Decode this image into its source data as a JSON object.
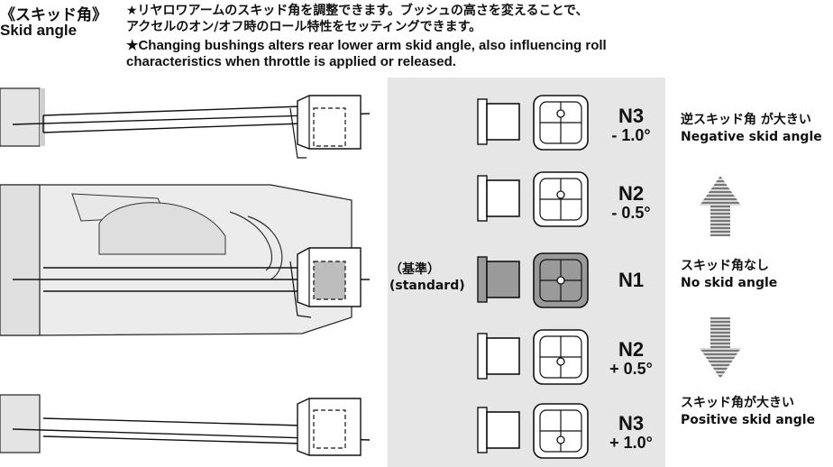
{
  "header": {
    "title_jp": "《スキッド角》",
    "title_en": "Skid angle",
    "desc_jp_1": "★リヤロワアームのスキッド角を調整できます。ブッシュの高さを変えることで、",
    "desc_jp_2": "アクセルのオン/オフ時のロール特性をセッティングできます。",
    "desc_en_1": "★Changing bushings alters rear lower arm skid angle, also influencing roll",
    "desc_en_2": "characteristics when throttle is applied or released."
  },
  "standard": {
    "line1": "（基準）",
    "line2": "(standard)"
  },
  "bushings": [
    {
      "code": "N3",
      "angle": "- 1.0°"
    },
    {
      "code": "N2",
      "angle": "- 0.5°"
    },
    {
      "code": "N1",
      "angle": ""
    },
    {
      "code": "N2",
      "angle": "+ 0.5°"
    },
    {
      "code": "N3",
      "angle": "+ 1.0°"
    }
  ],
  "legend": {
    "negative_jp": "逆スキッド角 が大きい",
    "negative_en": "Negative skid angle",
    "none_jp": "スキッド角なし",
    "none_en": "No skid angle",
    "positive_jp": "スキッド角が大きい",
    "positive_en": "Positive skid angle"
  },
  "colors": {
    "panel": "#e6e6e6",
    "highlight_fill": "#9a9a9a",
    "line": "#111111"
  }
}
